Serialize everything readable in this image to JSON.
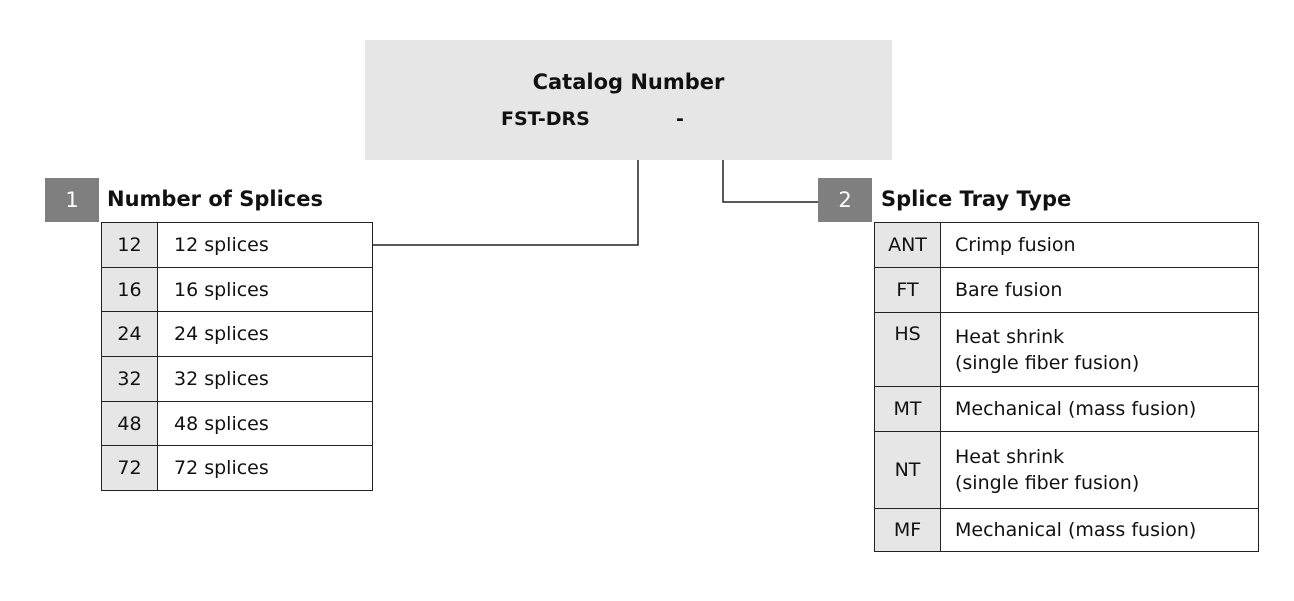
{
  "catalog": {
    "title": "Catalog Number",
    "code": "FST-DRS",
    "separator": "-"
  },
  "section1": {
    "number": "1",
    "title": "Number of Splices",
    "rows": [
      {
        "code": "12",
        "desc": "12 splices"
      },
      {
        "code": "16",
        "desc": "16 splices"
      },
      {
        "code": "24",
        "desc": "24 splices"
      },
      {
        "code": "32",
        "desc": "32 splices"
      },
      {
        "code": "48",
        "desc": "48 splices"
      },
      {
        "code": "72",
        "desc": "72 splices"
      }
    ]
  },
  "section2": {
    "number": "2",
    "title": "Splice Tray Type",
    "rows": [
      {
        "code": "ANT",
        "desc": "Crimp fusion"
      },
      {
        "code": "FT",
        "desc": "Bare fusion"
      },
      {
        "code": "HS",
        "desc": "Heat shrink",
        "desc2": "(single fiber fusion)"
      },
      {
        "code": "MT",
        "desc": "Mechanical (mass fusion)"
      },
      {
        "code": "NT",
        "desc": "Heat shrink",
        "desc2": "(single fiber fusion)"
      },
      {
        "code": "MF",
        "desc": "Mechanical (mass fusion)"
      }
    ]
  },
  "colors": {
    "badge": "#7f7f7f",
    "panel": "#e6e6e6",
    "line": "#222222"
  }
}
